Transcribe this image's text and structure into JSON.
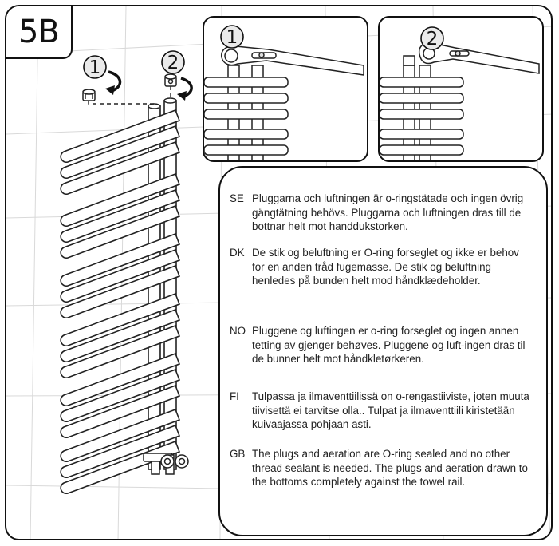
{
  "step_label": "5B",
  "main_callouts": {
    "plug": "1",
    "vent": "2"
  },
  "insets": [
    {
      "number": "1"
    },
    {
      "number": "2"
    }
  ],
  "instructions": [
    {
      "code": "SE",
      "text": "Pluggarna och luftningen är o-ringstätade och ingen övrig gängtätning behövs. Pluggarna och luftningen dras till de bottnar helt mot handdukstorken."
    },
    {
      "code": "DK",
      "text": "De stik og beluftning er O-ring forseglet og ikke er behov for en anden tråd fugemasse. De stik og beluftning henledes på bunden helt mod håndklædeholder."
    },
    {
      "code": "NO",
      "text": "Pluggene og luftingen er o-ring forseglet og ingen annen tetting av gjenger behøves. Pluggene og luft-ingen dras til de bunner helt mot håndkletørkeren."
    },
    {
      "code": "FI",
      "text": "Tulpassa ja ilmaventtiilissä on o-rengastiiviste, joten muuta tiivisettä ei tarvitse olla.. Tulpat ja ilmaventtiili kiristetään kuivaajassa pohjaan asti."
    },
    {
      "code": "GB",
      "text": "The plugs and aeration are O-ring sealed and no other thread sealant is needed. The plugs and aeration drawn to the bottoms completely against the towel rail."
    }
  ]
}
